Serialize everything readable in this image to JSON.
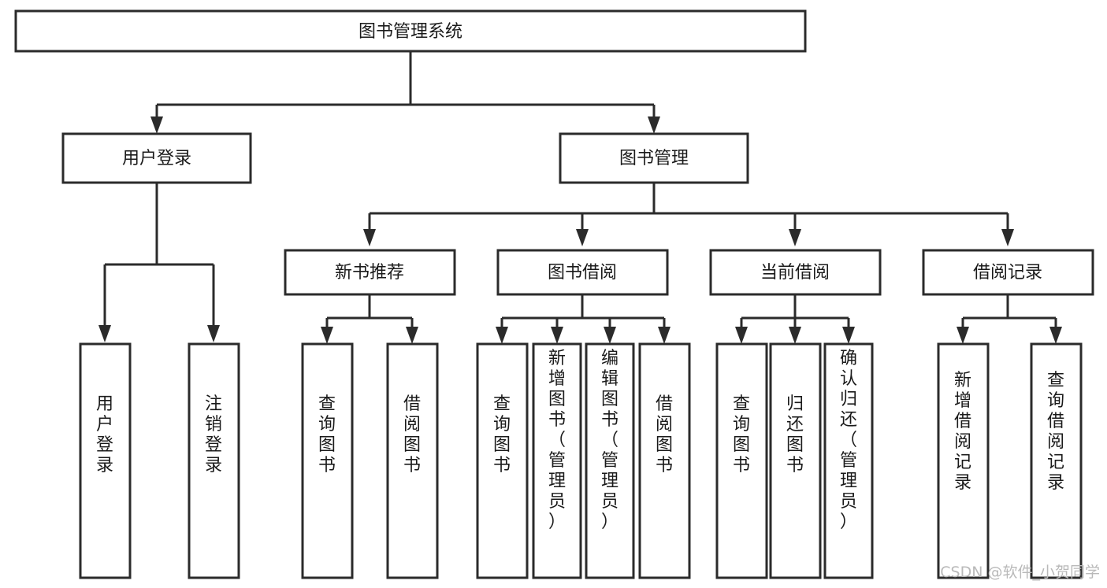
{
  "diagram": {
    "title": "图书管理系统",
    "type": "tree",
    "orientation": "top-down",
    "colors": {
      "background": "#ffffff",
      "box_stroke": "#2b2b2b",
      "box_fill": "#ffffff",
      "text": "#1a1a1a",
      "watermark": "#b9b9b9"
    },
    "root": {
      "id": "root",
      "label": "图书管理系统"
    },
    "level1": [
      {
        "id": "user-login",
        "label": "用户登录"
      },
      {
        "id": "book-manage",
        "label": "图书管理"
      }
    ],
    "level2": [
      {
        "id": "new-book-recommend",
        "label": "新书推荐",
        "parent": "book-manage"
      },
      {
        "id": "book-borrow",
        "label": "图书借阅",
        "parent": "book-manage"
      },
      {
        "id": "current-borrow",
        "label": "当前借阅",
        "parent": "book-manage"
      },
      {
        "id": "borrow-record",
        "label": "借阅记录",
        "parent": "book-manage"
      }
    ],
    "leaves": [
      {
        "id": "leaf-user-login",
        "label": "用户登录",
        "parent": "user-login"
      },
      {
        "id": "leaf-user-logout",
        "label": "注销登录",
        "parent": "user-login"
      },
      {
        "id": "leaf-query-book-1",
        "label": "查询图书",
        "parent": "new-book-recommend"
      },
      {
        "id": "leaf-borrow-book-1",
        "label": "借阅图书",
        "parent": "new-book-recommend"
      },
      {
        "id": "leaf-query-book-2",
        "label": "查询图书",
        "parent": "book-borrow"
      },
      {
        "id": "leaf-add-book",
        "label": "新增图书（管理员）",
        "parent": "book-borrow"
      },
      {
        "id": "leaf-edit-book",
        "label": "编辑图书（管理员）",
        "parent": "book-borrow"
      },
      {
        "id": "leaf-borrow-book-2",
        "label": "借阅图书",
        "parent": "book-borrow"
      },
      {
        "id": "leaf-query-book-3",
        "label": "查询图书",
        "parent": "current-borrow"
      },
      {
        "id": "leaf-return-book",
        "label": "归还图书",
        "parent": "current-borrow"
      },
      {
        "id": "leaf-confirm-return",
        "label": "确认归还（管理员）",
        "parent": "current-borrow"
      },
      {
        "id": "leaf-add-record",
        "label": "新增借阅记录",
        "parent": "borrow-record"
      },
      {
        "id": "leaf-query-record",
        "label": "查询借阅记录",
        "parent": "borrow-record"
      }
    ],
    "watermark": "CSDN @软件_小贺同学"
  }
}
